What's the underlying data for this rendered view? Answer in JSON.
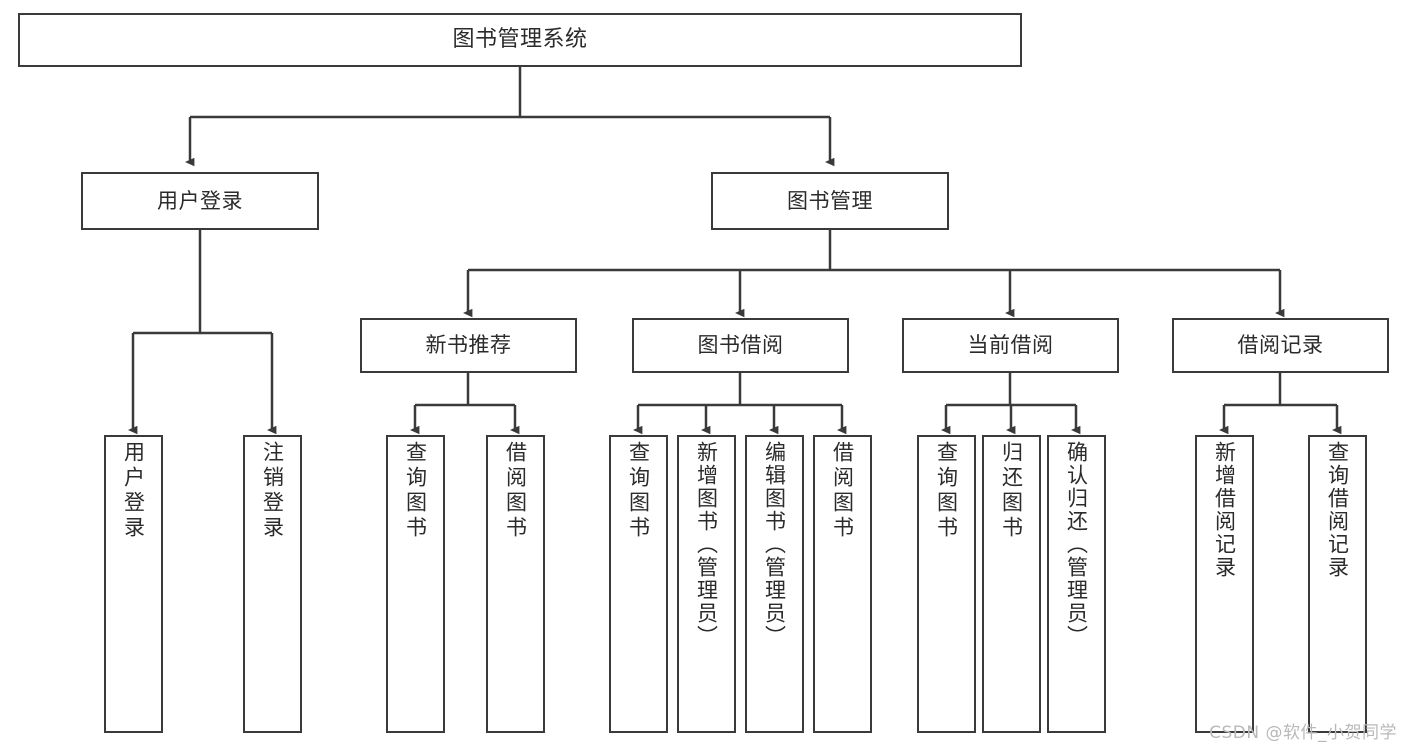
{
  "diagram": {
    "title": "图书管理系统",
    "type": "tree-hierarchy",
    "watermark": "CSDN @软件_小贺同学",
    "colors": {
      "background": "#ffffff",
      "stroke": "#3a3a3a",
      "text": "#2b2b2b",
      "watermark": "#b9b9b9"
    },
    "nodes": {
      "root": {
        "label": "图书管理系统"
      },
      "level1": [
        {
          "id": "user-login",
          "label": "用户登录"
        },
        {
          "id": "book-manage",
          "label": "图书管理"
        }
      ],
      "level2": [
        {
          "id": "new-book-recommend",
          "label": "新书推荐"
        },
        {
          "id": "book-borrow",
          "label": "图书借阅"
        },
        {
          "id": "current-borrow",
          "label": "当前借阅"
        },
        {
          "id": "borrow-record",
          "label": "借阅记录"
        }
      ],
      "leaves": {
        "user-login": [
          {
            "id": "leaf-user-login",
            "label": "用户登录"
          },
          {
            "id": "leaf-user-logout",
            "label": "注销登录"
          }
        ],
        "new-book-recommend": [
          {
            "id": "leaf-query-book-1",
            "label": "查询图书"
          },
          {
            "id": "leaf-borrow-book-1",
            "label": "借阅图书"
          }
        ],
        "book-borrow": [
          {
            "id": "leaf-query-book-2",
            "label": "查询图书"
          },
          {
            "id": "leaf-add-book",
            "label": "新增图书（管理员）"
          },
          {
            "id": "leaf-edit-book",
            "label": "编辑图书（管理员）"
          },
          {
            "id": "leaf-borrow-book-2",
            "label": "借阅图书"
          }
        ],
        "current-borrow": [
          {
            "id": "leaf-query-book-3",
            "label": "查询图书"
          },
          {
            "id": "leaf-return-book",
            "label": "归还图书"
          },
          {
            "id": "leaf-confirm-return",
            "label": "确认归还（管理员）"
          }
        ],
        "borrow-record": [
          {
            "id": "leaf-add-record",
            "label": "新增借阅记录"
          },
          {
            "id": "leaf-query-record",
            "label": "查询借阅记录"
          }
        ]
      }
    }
  }
}
